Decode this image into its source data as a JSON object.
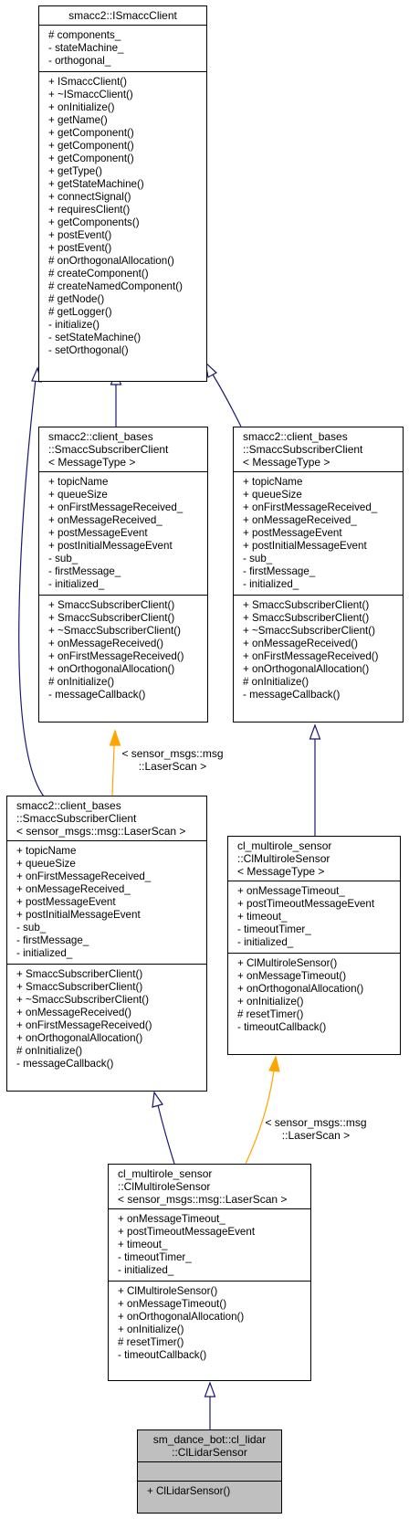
{
  "classes": {
    "ismacc_client": {
      "title": [
        "smacc2::ISmaccClient"
      ],
      "attributes": [
        "# components_",
        "- stateMachine_",
        "- orthogonal_"
      ],
      "methods": [
        "+ ISmaccClient()",
        "+ ~ISmaccClient()",
        "+ onInitialize()",
        "+ getName()",
        "+ getComponent()",
        "+ getComponent()",
        "+ getComponent()",
        "+ getType()",
        "+ getStateMachine()",
        "+ connectSignal()",
        "+ requiresClient()",
        "+ getComponents()",
        "+ postEvent()",
        "+ postEvent()",
        "# onOrthogonalAllocation()",
        "# createComponent()",
        "# createNamedComponent()",
        "# getNode()",
        "# getLogger()",
        "- initialize()",
        "- setStateMachine()",
        "- setOrthogonal()"
      ]
    },
    "subscriber_template_a": {
      "title": [
        "smacc2::client_bases",
        "::SmaccSubscriberClient",
        "< MessageType >"
      ],
      "attributes": [
        "+ topicName",
        "+ queueSize",
        "+ onFirstMessageReceived_",
        "+ onMessageReceived_",
        "+ postMessageEvent",
        "+ postInitialMessageEvent",
        "- sub_",
        "- firstMessage_",
        "- initialized_"
      ],
      "methods": [
        "+ SmaccSubscriberClient()",
        "+ SmaccSubscriberClient()",
        "+ ~SmaccSubscriberClient()",
        "+ onMessageReceived()",
        "+ onFirstMessageReceived()",
        "+ onOrthogonalAllocation()",
        "# onInitialize()",
        "- messageCallback()"
      ]
    },
    "subscriber_template_b": {
      "title": [
        "smacc2::client_bases",
        "::SmaccSubscriberClient",
        "< MessageType >"
      ],
      "attributes": [
        "+ topicName",
        "+ queueSize",
        "+ onFirstMessageReceived_",
        "+ onMessageReceived_",
        "+ postMessageEvent",
        "+ postInitialMessageEvent",
        "- sub_",
        "- firstMessage_",
        "- initialized_"
      ],
      "methods": [
        "+ SmaccSubscriberClient()",
        "+ SmaccSubscriberClient()",
        "+ ~SmaccSubscriberClient()",
        "+ onMessageReceived()",
        "+ onFirstMessageReceived()",
        "+ onOrthogonalAllocation()",
        "# onInitialize()",
        "- messageCallback()"
      ]
    },
    "subscriber_laserscan": {
      "title": [
        "smacc2::client_bases",
        "::SmaccSubscriberClient",
        "< sensor_msgs::msg::LaserScan >"
      ],
      "attributes": [
        "+ topicName",
        "+ queueSize",
        "+ onFirstMessageReceived_",
        "+ onMessageReceived_",
        "+ postMessageEvent",
        "+ postInitialMessageEvent",
        "- sub_",
        "- firstMessage_",
        "- initialized_"
      ],
      "methods": [
        "+ SmaccSubscriberClient()",
        "+ SmaccSubscriberClient()",
        "+ ~SmaccSubscriberClient()",
        "+ onMessageReceived()",
        "+ onFirstMessageReceived()",
        "+ onOrthogonalAllocation()",
        "# onInitialize()",
        "- messageCallback()"
      ]
    },
    "multirole_template": {
      "title": [
        "cl_multirole_sensor",
        "::ClMultiroleSensor",
        "< MessageType >"
      ],
      "attributes": [
        "+ onMessageTimeout_",
        "+ postTimeoutMessageEvent",
        "+ timeout_",
        "- timeoutTimer_",
        "- initialized_"
      ],
      "methods": [
        "+ ClMultiroleSensor()",
        "+ onMessageTimeout()",
        "+ onOrthogonalAllocation()",
        "+ onInitialize()",
        "# resetTimer()",
        "- timeoutCallback()"
      ]
    },
    "multirole_laserscan": {
      "title": [
        "cl_multirole_sensor",
        "::ClMultiroleSensor",
        "< sensor_msgs::msg::LaserScan >"
      ],
      "attributes": [
        "+ onMessageTimeout_",
        "+ postTimeoutMessageEvent",
        "+ timeout_",
        "- timeoutTimer_",
        "- initialized_"
      ],
      "methods": [
        "+ ClMultiroleSensor()",
        "+ onMessageTimeout()",
        "+ onOrthogonalAllocation()",
        "+ onInitialize()",
        "# resetTimer()",
        "- timeoutCallback()"
      ]
    },
    "cl_lidar_sensor": {
      "title": [
        "sm_dance_bot::cl_lidar",
        "::ClLidarSensor"
      ],
      "attributes": [],
      "methods": [
        "+ ClLidarSensor()"
      ]
    }
  },
  "edge_labels": {
    "subscriber_instantiation": [
      "< sensor_msgs::msg",
      "::LaserScan >"
    ],
    "multirole_instantiation": [
      "< sensor_msgs::msg",
      "::LaserScan >"
    ]
  },
  "colors": {
    "inheritance": "#191970",
    "template_instantiation": "#ffa500",
    "highlight_fill": "#bfbfbf"
  }
}
